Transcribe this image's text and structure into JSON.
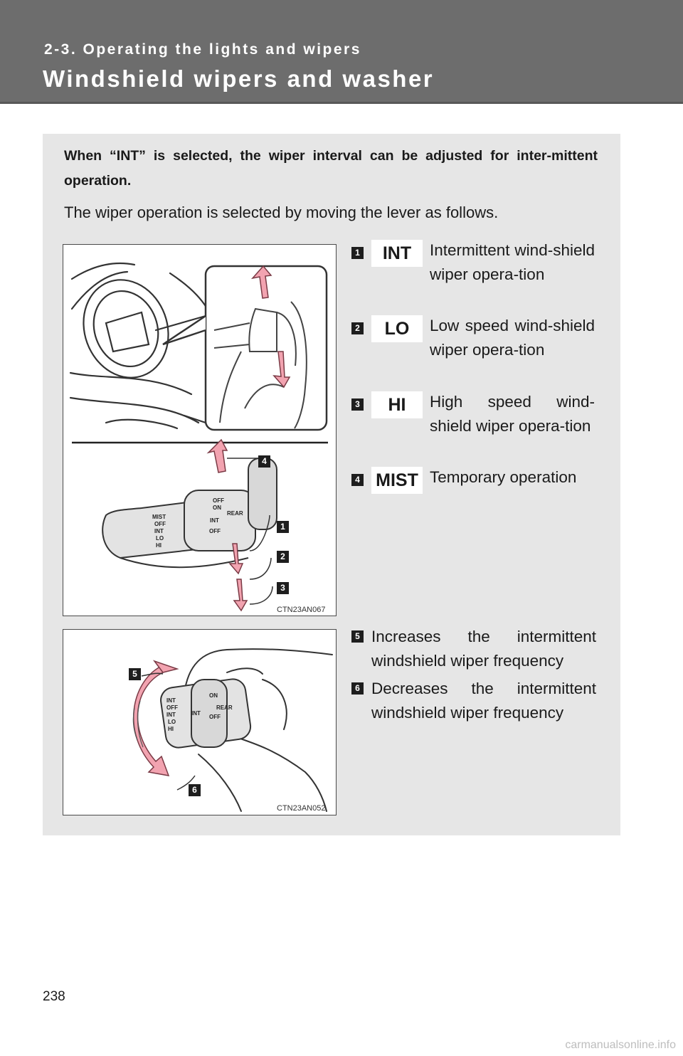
{
  "header": {
    "section": "2-3. Operating the lights and wipers",
    "title": "Windshield wipers and washer"
  },
  "intro": {
    "bold_note": "When “INT” is selected, the wiper interval can be adjusted for inter-mittent operation.",
    "text": "The wiper operation is selected by moving the lever as follows."
  },
  "figure1": {
    "code": "CTN23AN067",
    "callouts": [
      "4",
      "1",
      "2",
      "3"
    ],
    "lever_labels": [
      "MIST",
      "OFF",
      "INT",
      "LO",
      "HI",
      "OFF",
      "ON",
      "INT",
      "OFF",
      "REAR"
    ]
  },
  "figure2": {
    "code": "CTN23AN052",
    "callouts": [
      "5",
      "6"
    ],
    "lever_labels": [
      "INT",
      "OFF",
      "INT",
      "LO",
      "HI",
      "ON",
      "INT",
      "OFF",
      "REAR"
    ]
  },
  "modes": [
    {
      "num": "1",
      "chip": "INT",
      "text": "Intermittent wind-shield wiper opera-tion"
    },
    {
      "num": "2",
      "chip": "LO",
      "text": "Low speed wind-shield wiper opera-tion"
    },
    {
      "num": "3",
      "chip": "HI",
      "text": "High speed wind-shield wiper opera-tion"
    },
    {
      "num": "4",
      "chip": "MIST",
      "text": "Temporary operation"
    }
  ],
  "frequency": [
    {
      "num": "5",
      "text": "Increases the intermittent windshield wiper frequency"
    },
    {
      "num": "6",
      "text": "Decreases the intermittent windshield wiper frequency"
    }
  ],
  "page_number": "238",
  "watermark": "carmanualsonline.info",
  "colors": {
    "header": "#6d6d6d",
    "panel": "#e6e6e6",
    "arrow": "#f2a3b0"
  }
}
